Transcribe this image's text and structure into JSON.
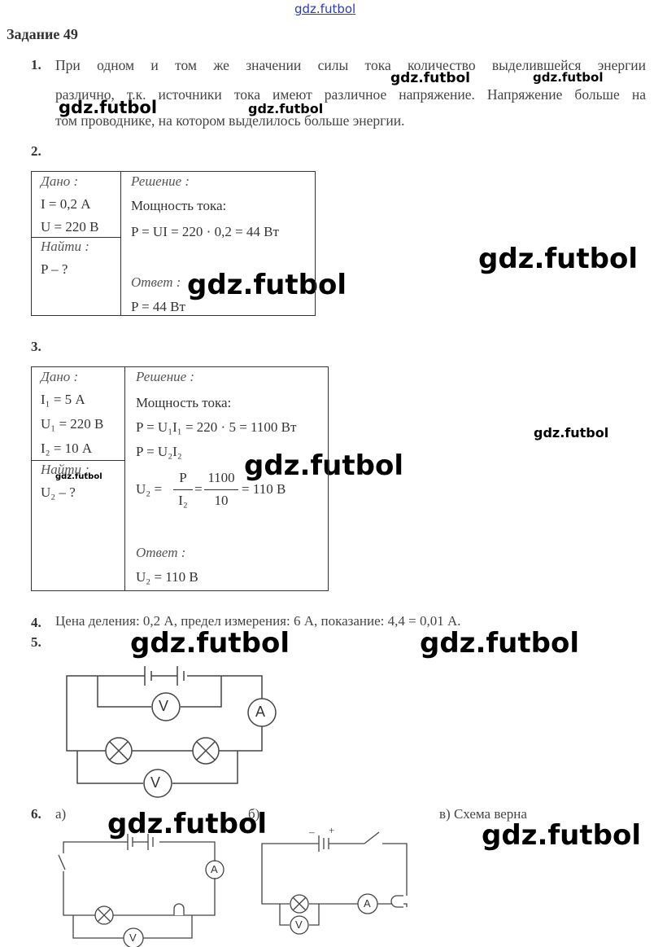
{
  "watermark": "gdz.futbol",
  "title": "Задание 49",
  "task1": {
    "num": "1.",
    "line1": "При одном и том же значении силы тока количество выделившейся энергии",
    "line2": "различно, т.к. источники тока имеют различное напряжение. Напряжение больше на",
    "line3": "том проводнике, на котором выделилось больше энергии."
  },
  "task2": {
    "num": "2.",
    "given_label": "Дано :",
    "given1": "I = 0,2 А",
    "given2": "U = 220 В",
    "find_label": "Найти :",
    "find1": "P – ?",
    "solution_label": "Решение :",
    "sol1": "Мощность тока:",
    "sol2": "P = UI = 220 · 0,2 = 44 Вт",
    "answer_label": "Ответ :",
    "answer": "P = 44 Вт"
  },
  "task3": {
    "num": "3.",
    "given_label": "Дано :",
    "given1": "I₁ = 5 А",
    "given2": "U₁ = 220 В",
    "given3": "I₂ = 10 А",
    "find_label": "Найти :",
    "find1": "U₂ – ?",
    "solution_label": "Решение :",
    "sol1": "Мощность тока:",
    "sol2": "P = U₁I₁ = 220 · 5 = 1100 Вт",
    "sol3": "P = U₂I₂",
    "sol4_lhs": "U₂ =",
    "sol4_num1": "P",
    "sol4_den1": "I₂",
    "sol4_num2": "1100",
    "sol4_den2": "10",
    "sol4_rhs": "= 110 В",
    "answer_label": "Ответ :",
    "answer": "U₂ = 110 В"
  },
  "task4": {
    "num": "4.",
    "text": "Цена деления: 0,2 А, предел измерения: 6 А, показание: 4,4 = 0,01 А."
  },
  "task5": {
    "num": "5."
  },
  "task6": {
    "num": "6.",
    "a": "а)",
    "b": "б)",
    "c": "в) Схема верна"
  },
  "symbols": {
    "voltmeter": "V",
    "ammeter": "A",
    "minus": "–",
    "plus": "+"
  }
}
